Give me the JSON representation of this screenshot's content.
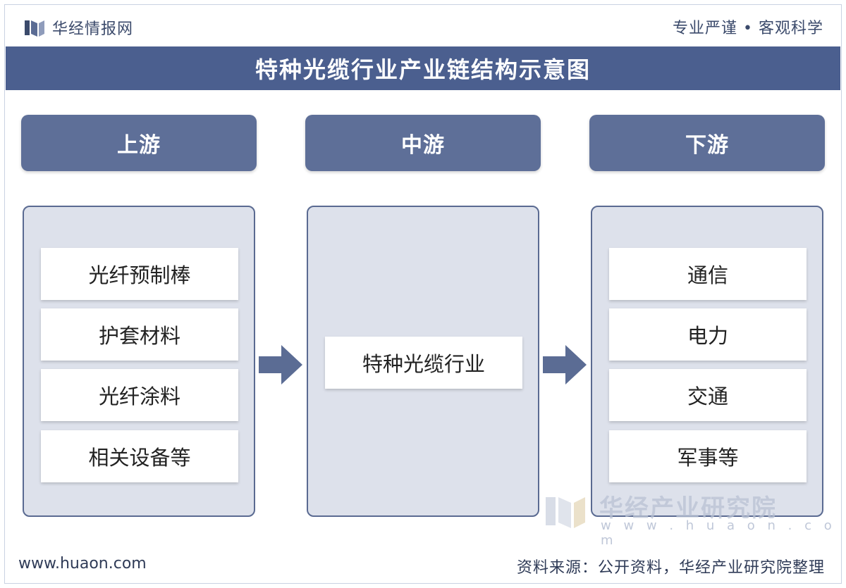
{
  "header": {
    "brand": "华经情报网",
    "slogan": "专业严谨 • 客观科学",
    "logo_icon": "book-icon"
  },
  "title": "特种光缆行业产业链结构示意图",
  "columns": [
    {
      "label": "上游",
      "items": [
        "光纤预制棒",
        "护套材料",
        "光纤涂料",
        "相关设备等"
      ]
    },
    {
      "label": "中游",
      "items": [
        "特种光缆行业"
      ]
    },
    {
      "label": "下游",
      "items": [
        "通信",
        "电力",
        "交通",
        "军事等"
      ]
    }
  ],
  "arrows": [
    "arrow-right-icon",
    "arrow-right-icon"
  ],
  "watermark": {
    "text": "华经产业研究院",
    "url": "w w w . h u a o n . c o m"
  },
  "footer": {
    "website": "www.huaon.com",
    "source": "资料来源：公开资料，华经产业研究院整理"
  },
  "colors": {
    "title_bar": "#4b5f8f",
    "column_header": "#5e6f98",
    "column_box": "#dde1eb",
    "arrow": "#5b6c94"
  }
}
